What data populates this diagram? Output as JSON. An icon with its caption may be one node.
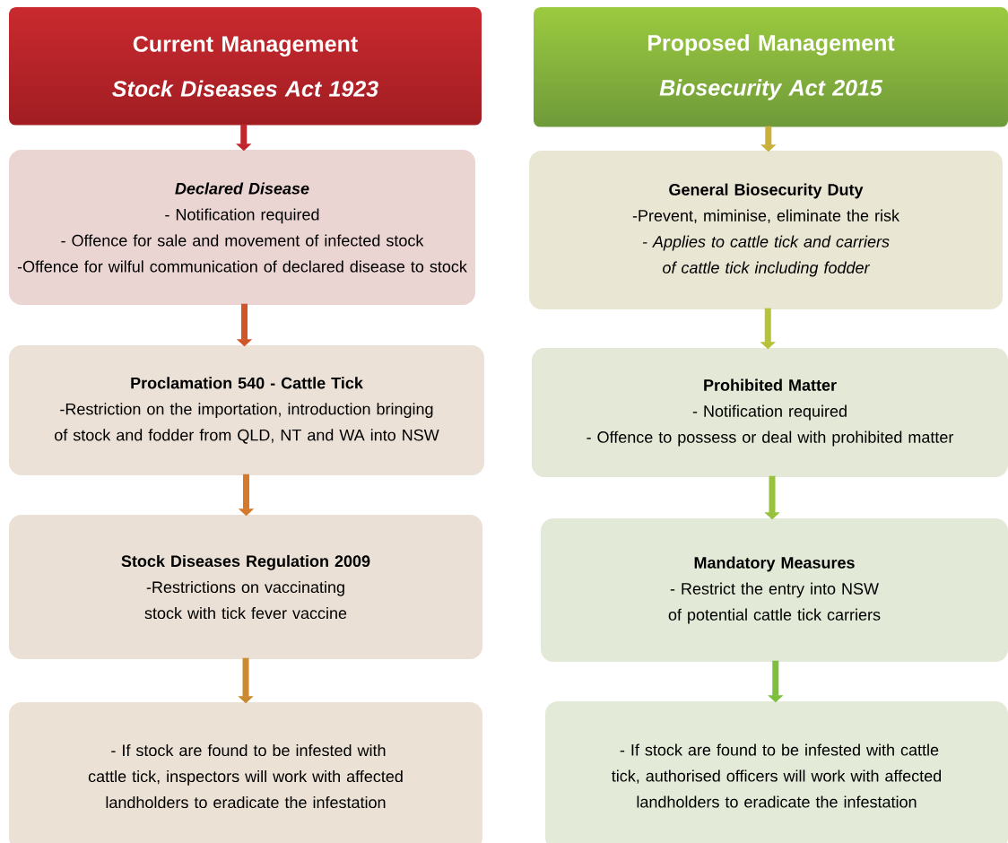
{
  "diagram": {
    "nodes": [
      {
        "text": [
          "Current Management",
          "Stock Diseases Act 1923"
        ]
      },
      {
        "text": [
          "Declared Disease",
          "- Notification required",
          "- Offence for sale and movement of infected stock",
          "-Offence for wilful communication of declared disease to stock"
        ]
      },
      {
        "text": [
          "Proclamation 540 - Cattle Tick",
          "-Restriction on the importation, introduction bringing of stock and fodder from QLD, NT and WA into NSW"
        ]
      },
      {
        "text": [
          "Stock Diseases Regulation 2009",
          "-Restrictions on vaccinating stock with tick fever vaccine"
        ]
      },
      {
        "text": [
          "- If stock are found to be infested with cattle tick, inspectors will work with affected landholders to eradicate the infestation"
        ]
      },
      {
        "text": [
          "Proposed Management",
          "Biosecurity Act 2015"
        ]
      },
      {
        "text": [
          "General Biosecurity Duty",
          "-Prevent, miminise, eliminate the risk",
          "- Applies to cattle tick and carriers of cattle tick including fodder"
        ]
      },
      {
        "text": [
          "Prohibited Matter",
          "- Notification required",
          "- Offence to possess or deal with prohibited matter"
        ]
      },
      {
        "text": [
          "Mandatory Measures",
          "- Restrict the entry into NSW of potential cattle tick carriers"
        ]
      },
      {
        "text": [
          "- If stock are found to be infested with cattle tick, authorised officers will work with affected landholders to eradicate the infestation"
        ]
      }
    ],
    "edges": [
      {
        "from": 0,
        "to": 1,
        "arrow": "to",
        "color": "#c0272d"
      },
      {
        "from": 1,
        "to": 2,
        "arrow": "to",
        "color": "#d0562a"
      },
      {
        "from": 2,
        "to": 3,
        "arrow": "to",
        "color": "#d47a2a"
      },
      {
        "from": 3,
        "to": 4,
        "arrow": "to",
        "color": "#c98a30"
      },
      {
        "from": 5,
        "to": 6,
        "arrow": "to",
        "color": "#c9b03a"
      },
      {
        "from": 6,
        "to": 7,
        "arrow": "to",
        "color": "#b5c23a"
      },
      {
        "from": 7,
        "to": 8,
        "arrow": "to",
        "color": "#96c23c"
      },
      {
        "from": 8,
        "to": 9,
        "arrow": "to",
        "color": "#7fbf3f"
      }
    ]
  }
}
